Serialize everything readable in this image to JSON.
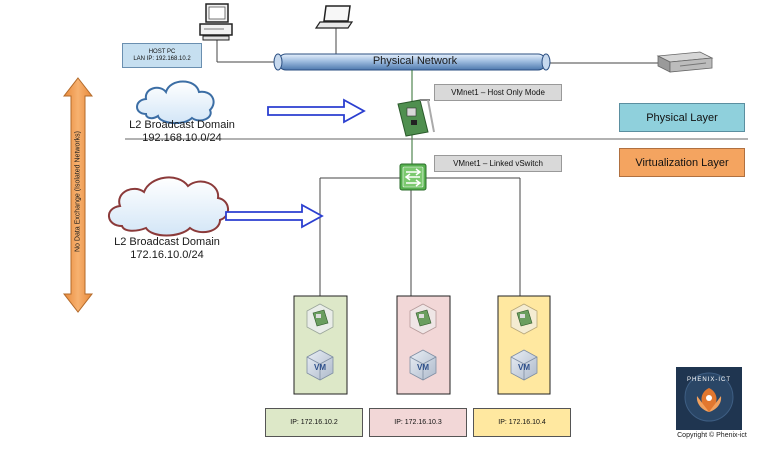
{
  "host_pc": {
    "title": "HOST PC",
    "lan_ip": "LAN IP: 192.168.10.2"
  },
  "physical_network": {
    "label": "Physical Network"
  },
  "vmnet_host_only": {
    "label": "VMnet1 – Host Only Mode"
  },
  "vmnet_vswitch": {
    "label": "VMnet1 – Linked vSwitch"
  },
  "layers": {
    "physical": {
      "label": "Physical Layer",
      "color": "#8fd0dc"
    },
    "virtualization": {
      "label": "Virtualization Layer",
      "color": "#f4a460"
    }
  },
  "domain_physical": {
    "line1": "L2 Broadcast Domain",
    "line2": "192.168.10.0/24"
  },
  "domain_virtual": {
    "line1": "L2 Broadcast Domain",
    "line2": "172.16.10.0/24"
  },
  "isolation": {
    "label": "No Data Exchange (Isolated Networks)",
    "color": "#f4a460"
  },
  "vms": [
    {
      "ip": "IP: 172.16.10.2",
      "color": "#dde8c8",
      "vm_label": "VM"
    },
    {
      "ip": "IP: 172.16.10.3",
      "color": "#f2d7d7",
      "vm_label": "VM"
    },
    {
      "ip": "IP: 172.16.10.4",
      "color": "#ffe8a0",
      "vm_label": "VM"
    }
  ],
  "logo": {
    "text": "PHENIX-ICT"
  },
  "copyright": "Copyright © Phenix-ict"
}
